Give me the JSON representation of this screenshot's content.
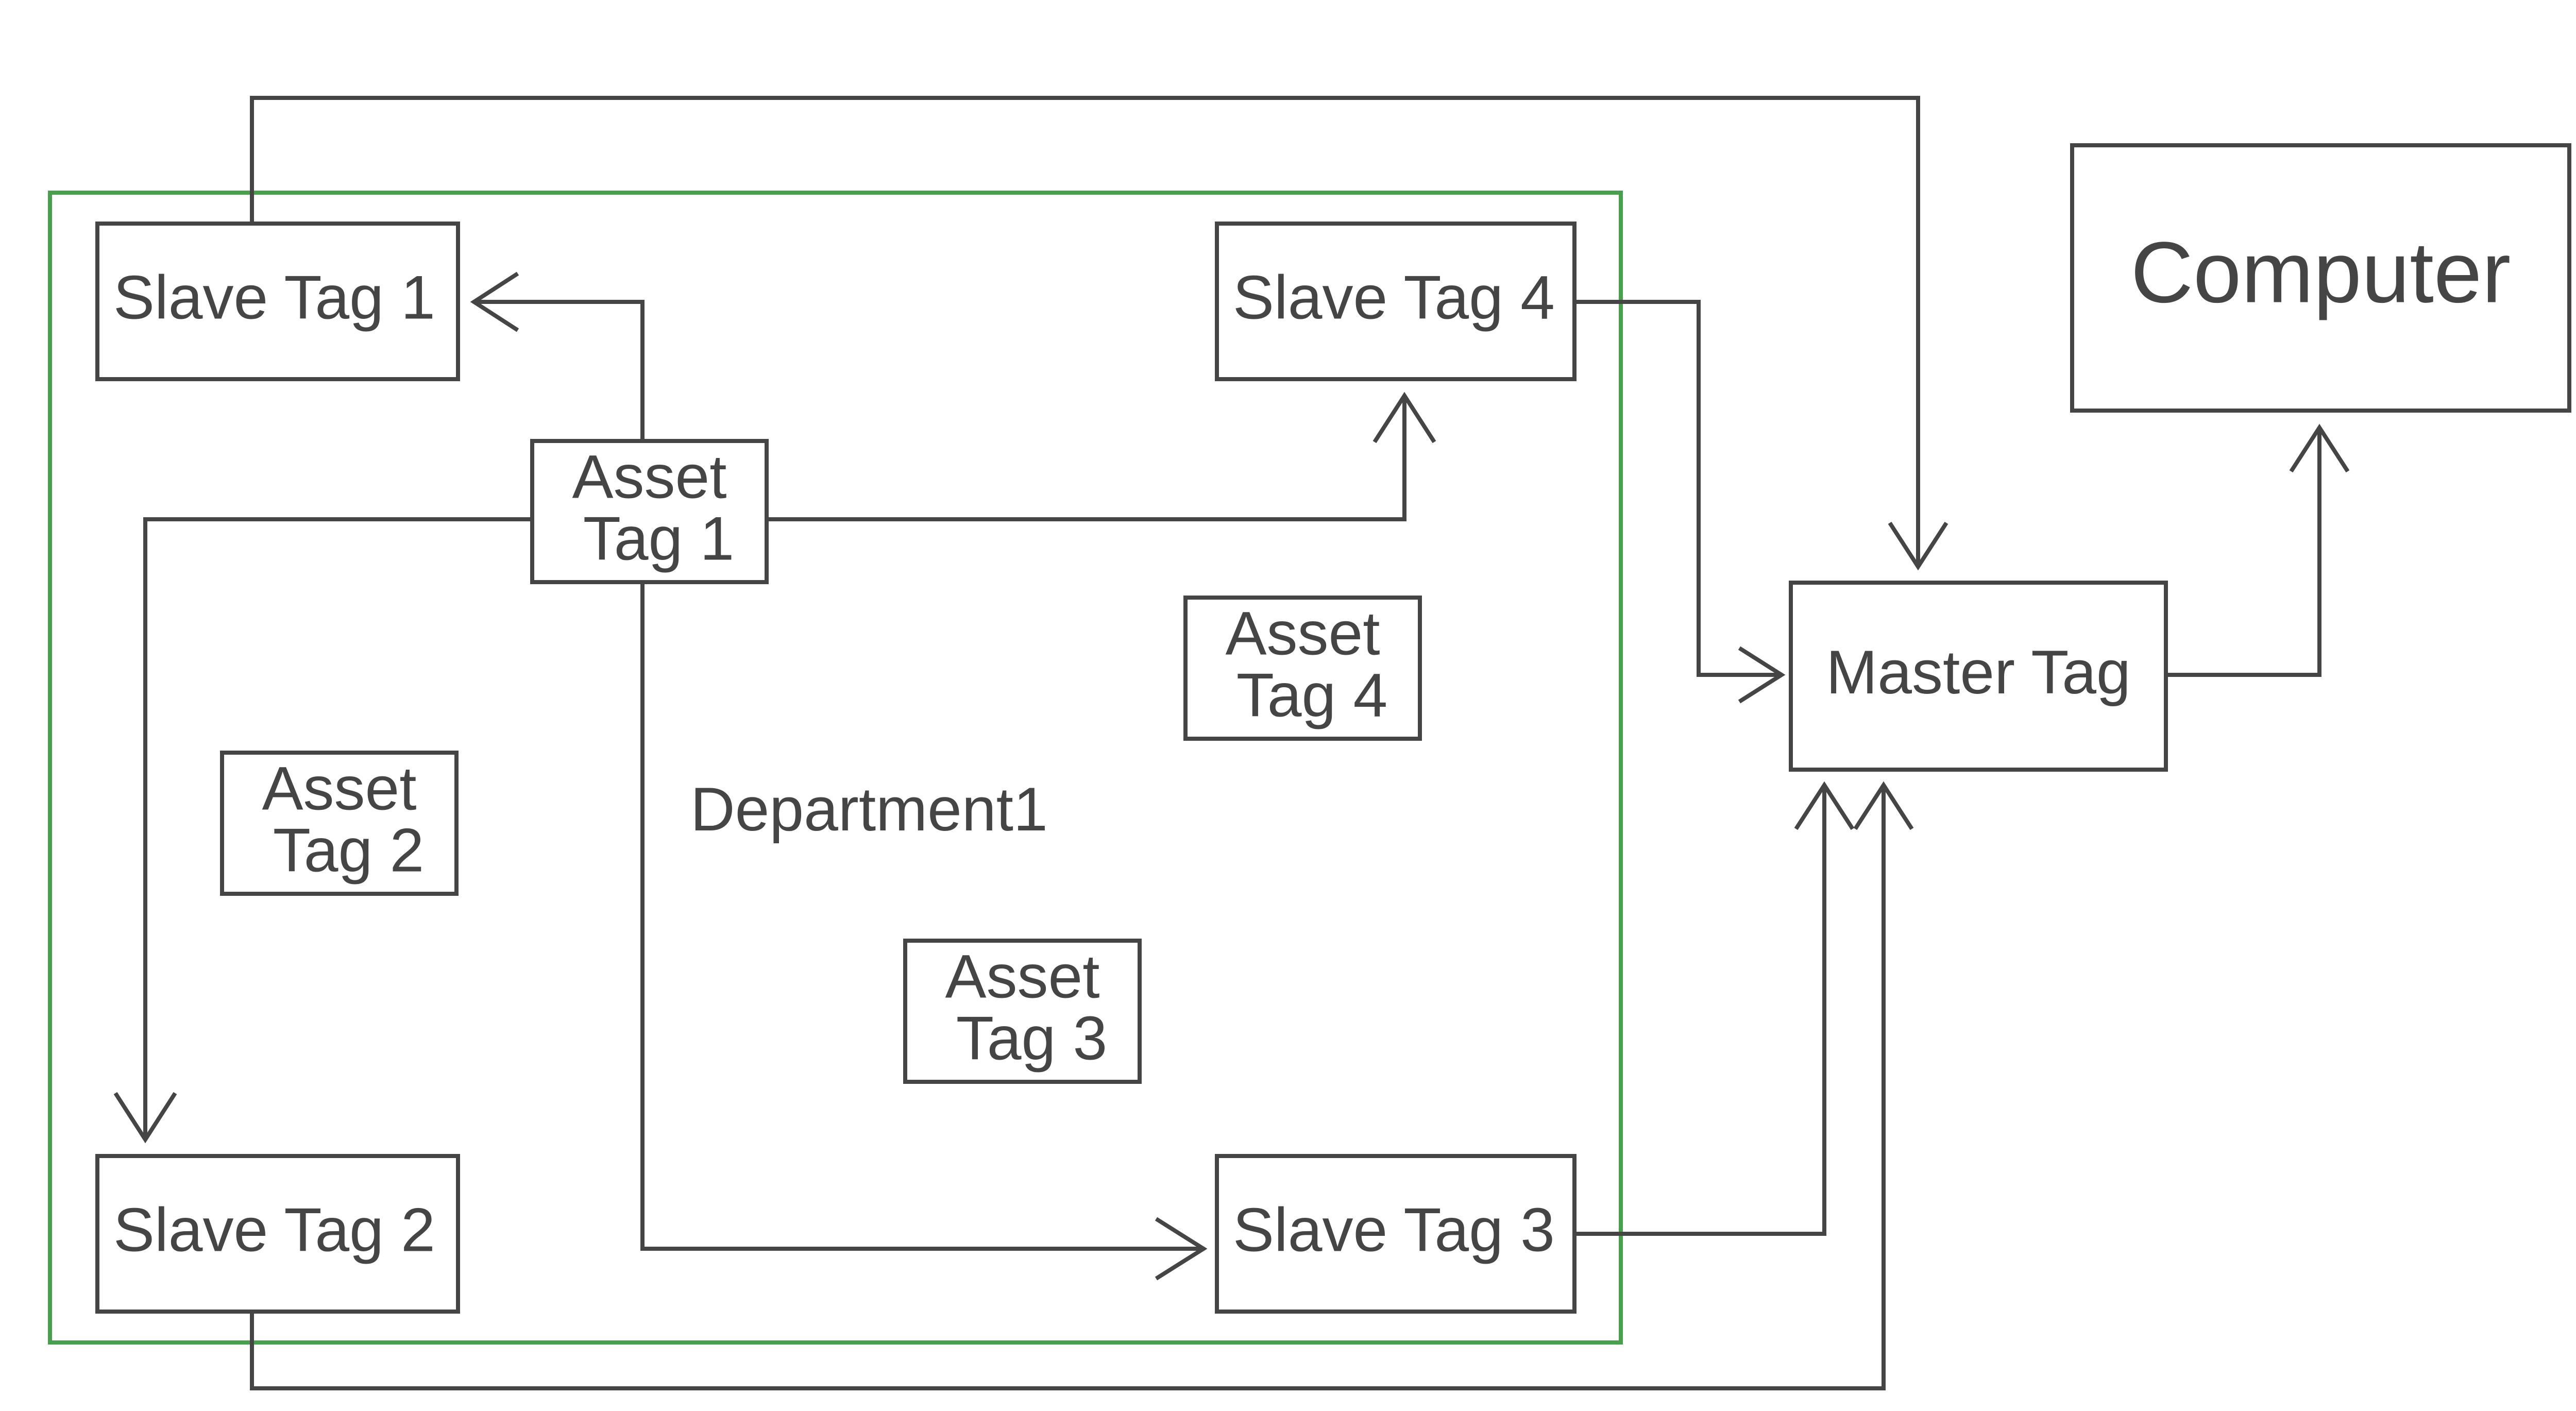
{
  "diagram": {
    "department_label": "Department1",
    "colors": {
      "line": "#454545",
      "department_frame": "#4a9f4e",
      "background": "#ffffff"
    },
    "nodes": {
      "slave_tag_1": {
        "lines": [
          "Slave Tag 1"
        ]
      },
      "slave_tag_2": {
        "lines": [
          "Slave Tag 2"
        ]
      },
      "slave_tag_3": {
        "lines": [
          "Slave Tag 3"
        ]
      },
      "slave_tag_4": {
        "lines": [
          "Slave Tag 4"
        ]
      },
      "asset_tag_1": {
        "lines": [
          "Asset",
          "Tag 1"
        ]
      },
      "asset_tag_2": {
        "lines": [
          "Asset",
          "Tag 2"
        ]
      },
      "asset_tag_3": {
        "lines": [
          "Asset",
          "Tag 3"
        ]
      },
      "asset_tag_4": {
        "lines": [
          "Asset",
          "Tag 4"
        ]
      },
      "master_tag": {
        "lines": [
          "Master Tag"
        ]
      },
      "computer": {
        "lines": [
          "Computer"
        ]
      }
    },
    "edges": [
      {
        "from": "asset_tag_1",
        "to": "slave_tag_1"
      },
      {
        "from": "asset_tag_1",
        "to": "slave_tag_4"
      },
      {
        "from": "asset_tag_1",
        "to": "slave_tag_2"
      },
      {
        "from": "asset_tag_1",
        "to": "slave_tag_3"
      },
      {
        "from": "slave_tag_1",
        "to": "master_tag"
      },
      {
        "from": "slave_tag_4",
        "to": "master_tag"
      },
      {
        "from": "slave_tag_3",
        "to": "master_tag"
      },
      {
        "from": "slave_tag_2",
        "to": "master_tag"
      },
      {
        "from": "master_tag",
        "to": "computer"
      }
    ]
  }
}
